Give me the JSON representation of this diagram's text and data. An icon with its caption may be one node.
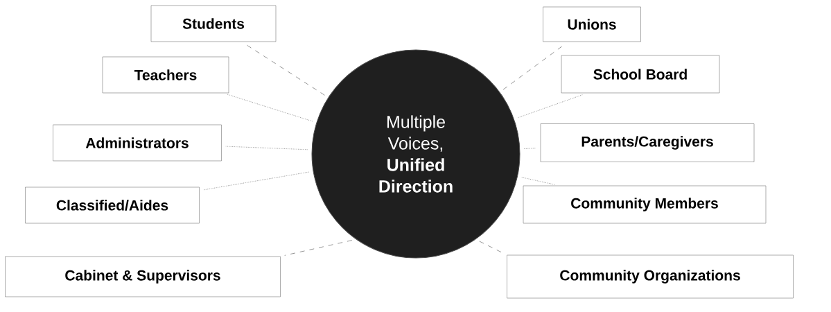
{
  "diagram": {
    "nodes": [
      {
        "text": [
          "Multiple Voices, **Unified Direction**"
        ]
      },
      {
        "text": [
          "Students"
        ]
      },
      {
        "text": [
          "Teachers"
        ]
      },
      {
        "text": [
          "Administrators"
        ]
      },
      {
        "text": [
          "Classified/Aides"
        ]
      },
      {
        "text": [
          "Cabinet & Supervisors"
        ]
      },
      {
        "text": [
          "Unions"
        ]
      },
      {
        "text": [
          "School Board"
        ]
      },
      {
        "text": [
          "Parents/Caregivers"
        ]
      },
      {
        "text": [
          "Community Members"
        ]
      },
      {
        "text": [
          "Community Organizations"
        ]
      }
    ],
    "edges": [
      {
        "from": 0,
        "to": 1,
        "arrow": "none",
        "style": "dashed"
      },
      {
        "from": 0,
        "to": 2,
        "arrow": "none"
      },
      {
        "from": 0,
        "to": 3,
        "arrow": "none"
      },
      {
        "from": 0,
        "to": 4,
        "arrow": "none"
      },
      {
        "from": 0,
        "to": 5,
        "arrow": "none",
        "style": "dashed"
      },
      {
        "from": 0,
        "to": 6,
        "arrow": "none",
        "style": "dashed"
      },
      {
        "from": 0,
        "to": 7,
        "arrow": "none"
      },
      {
        "from": 0,
        "to": 8,
        "arrow": "none"
      },
      {
        "from": 0,
        "to": 9,
        "arrow": "none"
      },
      {
        "from": 0,
        "to": 10,
        "arrow": "none",
        "style": "dashed"
      }
    ]
  }
}
